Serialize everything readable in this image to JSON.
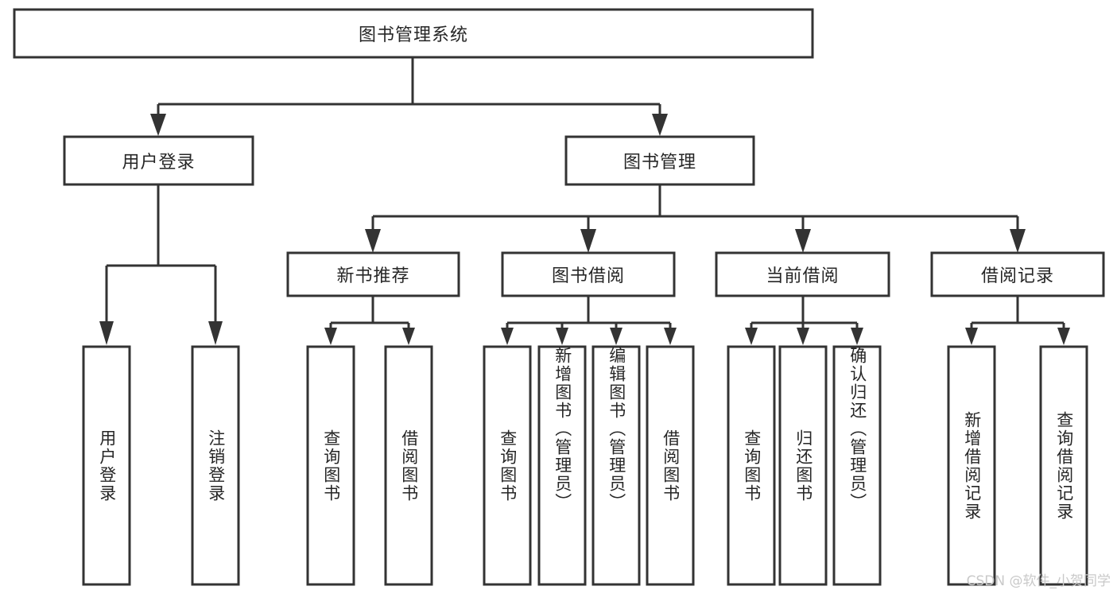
{
  "diagram": {
    "type": "hierarchy-tree",
    "root": {
      "id": "root",
      "label": "图书管理系统",
      "orientation": "horizontal"
    },
    "level2": [
      {
        "id": "user-login",
        "label": "用户登录",
        "orientation": "horizontal"
      },
      {
        "id": "book-management",
        "label": "图书管理",
        "orientation": "horizontal"
      }
    ],
    "level3": [
      {
        "id": "new-book-recommend",
        "label": "新书推荐",
        "orientation": "horizontal",
        "parent": "book-management"
      },
      {
        "id": "book-borrow",
        "label": "图书借阅",
        "orientation": "horizontal",
        "parent": "book-management"
      },
      {
        "id": "current-borrow",
        "label": "当前借阅",
        "orientation": "horizontal",
        "parent": "book-management"
      },
      {
        "id": "borrow-record",
        "label": "借阅记录",
        "orientation": "horizontal",
        "parent": "book-management"
      }
    ],
    "leaves": [
      {
        "id": "leaf-user-login",
        "label": "用户登录",
        "orientation": "vertical",
        "parent": "user-login"
      },
      {
        "id": "leaf-logout-login",
        "label": "注销登录",
        "orientation": "vertical",
        "parent": "user-login"
      },
      {
        "id": "leaf-query-book-1",
        "label": "查询图书",
        "orientation": "vertical",
        "parent": "new-book-recommend"
      },
      {
        "id": "leaf-borrow-book-1",
        "label": "借阅图书",
        "orientation": "vertical",
        "parent": "new-book-recommend"
      },
      {
        "id": "leaf-query-book-2",
        "label": "查询图书",
        "orientation": "vertical",
        "parent": "book-borrow"
      },
      {
        "id": "leaf-add-book",
        "label": "新增图书（管理员）",
        "orientation": "vertical",
        "parent": "book-borrow"
      },
      {
        "id": "leaf-edit-book",
        "label": "编辑图书（管理员）",
        "orientation": "vertical",
        "parent": "book-borrow"
      },
      {
        "id": "leaf-borrow-book-2",
        "label": "借阅图书",
        "orientation": "vertical",
        "parent": "book-borrow"
      },
      {
        "id": "leaf-query-book-3",
        "label": "查询图书",
        "orientation": "vertical",
        "parent": "current-borrow"
      },
      {
        "id": "leaf-return-book",
        "label": "归还图书",
        "orientation": "vertical",
        "parent": "current-borrow"
      },
      {
        "id": "leaf-confirm-return",
        "label": "确认归还（管理员）",
        "orientation": "vertical",
        "parent": "current-borrow"
      },
      {
        "id": "leaf-add-record",
        "label": "新增借阅记录",
        "orientation": "vertical",
        "parent": "borrow-record"
      },
      {
        "id": "leaf-query-record",
        "label": "查询借阅记录",
        "orientation": "vertical",
        "parent": "borrow-record"
      }
    ]
  },
  "watermark": {
    "text": "CSDN @软件_小贺同学"
  },
  "colors": {
    "stroke": "#333333",
    "box_fill": "#ffffff",
    "text": "#262626",
    "background": "#ffffff",
    "watermark": "#c9c9c9"
  }
}
